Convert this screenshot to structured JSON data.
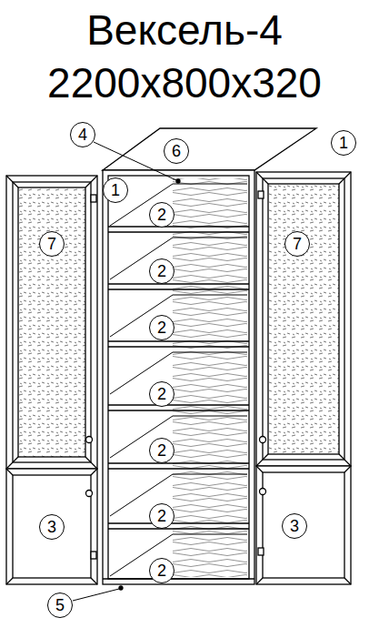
{
  "diagram": {
    "title": "Вексель-4",
    "labels": [
      "2200x800x320",
      "1",
      "4",
      "6",
      "1",
      "2",
      "2",
      "2",
      "2",
      "2",
      "2",
      "2",
      "7",
      "7",
      "3",
      "3",
      "5"
    ]
  }
}
